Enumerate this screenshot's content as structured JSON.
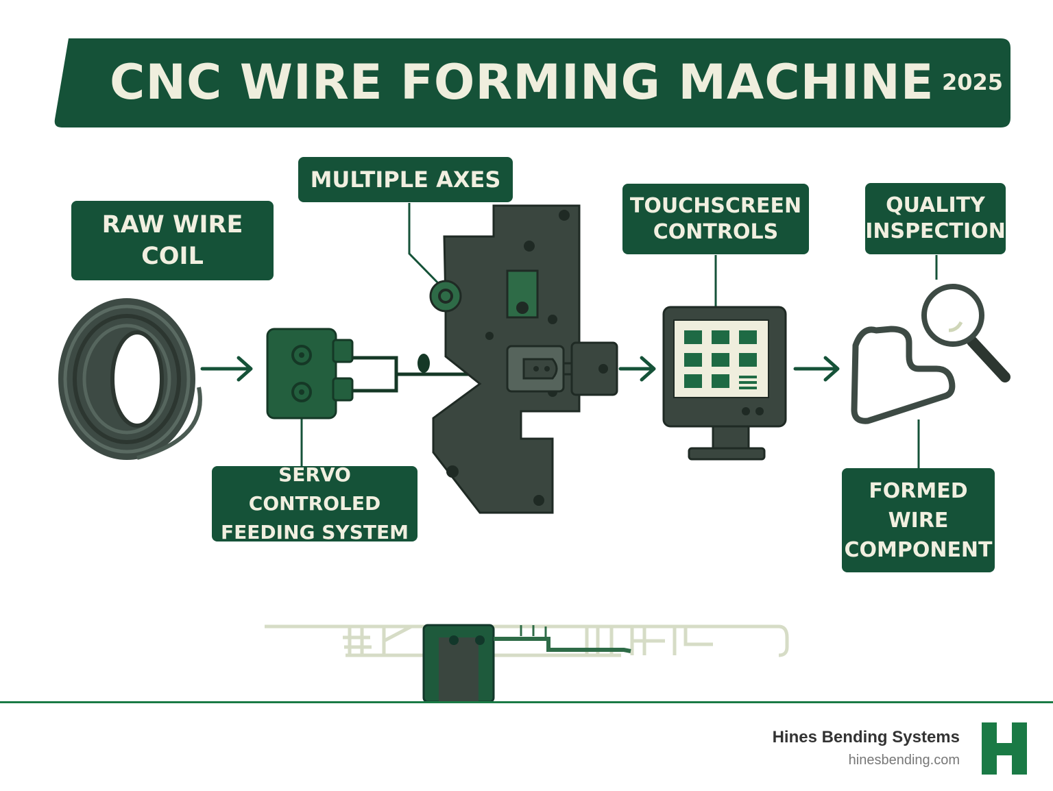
{
  "title": "CNC WIRE FORMING MACHINE",
  "year": "2025",
  "labels": {
    "raw_wire_coil": "RAW WIRE\nCOIL",
    "multiple_axes": "MULTIPLE AXES",
    "touchscreen_controls": "TOUCHSCREEN\nCONTROLS",
    "quality_inspection": "QUALITY\nINSPECTION",
    "servo_feeding": "SERVO CONTROLED\nFEEDING SYSTEM",
    "formed_wire_component": "FORMED\nWIRE\nCOMPONENT"
  },
  "footer": {
    "company": "Hines Bending Systems",
    "website": "hinesbending.com",
    "logo_letter": "H"
  },
  "colors": {
    "dark_green": "#155238",
    "machine_gray": "#3a463f",
    "accent_green": "#1a7a45",
    "cream": "#efeedd"
  }
}
